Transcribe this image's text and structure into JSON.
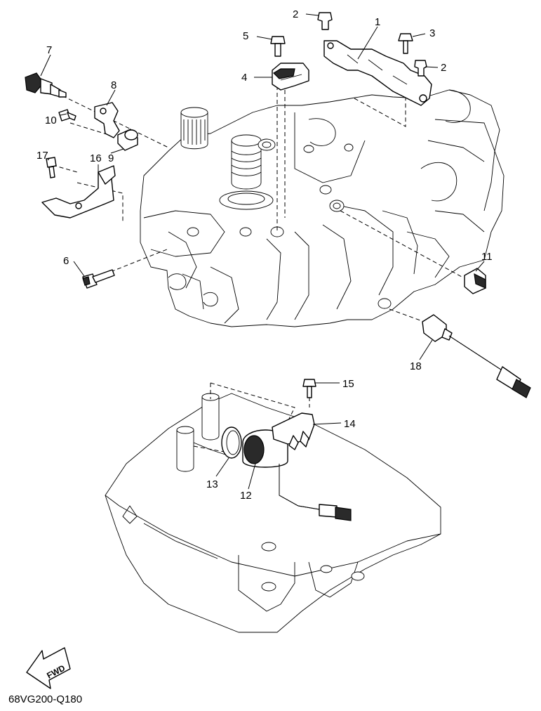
{
  "callouts": [
    {
      "id": "p1",
      "label": "1"
    },
    {
      "id": "p2a",
      "label": "2"
    },
    {
      "id": "p2b",
      "label": "2"
    },
    {
      "id": "p3",
      "label": "3"
    },
    {
      "id": "p4",
      "label": "4"
    },
    {
      "id": "p5",
      "label": "5"
    },
    {
      "id": "p6",
      "label": "6"
    },
    {
      "id": "p7",
      "label": "7"
    },
    {
      "id": "p8",
      "label": "8"
    },
    {
      "id": "p9",
      "label": "9"
    },
    {
      "id": "p10",
      "label": "10"
    },
    {
      "id": "p11",
      "label": "11"
    },
    {
      "id": "p12",
      "label": "12"
    },
    {
      "id": "p13",
      "label": "13"
    },
    {
      "id": "p14",
      "label": "14"
    },
    {
      "id": "p15",
      "label": "15"
    },
    {
      "id": "p16",
      "label": "16"
    },
    {
      "id": "p17",
      "label": "17"
    },
    {
      "id": "p18",
      "label": "18"
    }
  ],
  "direction_badge": "FWD",
  "catalog_code": "68VG200-Q180"
}
